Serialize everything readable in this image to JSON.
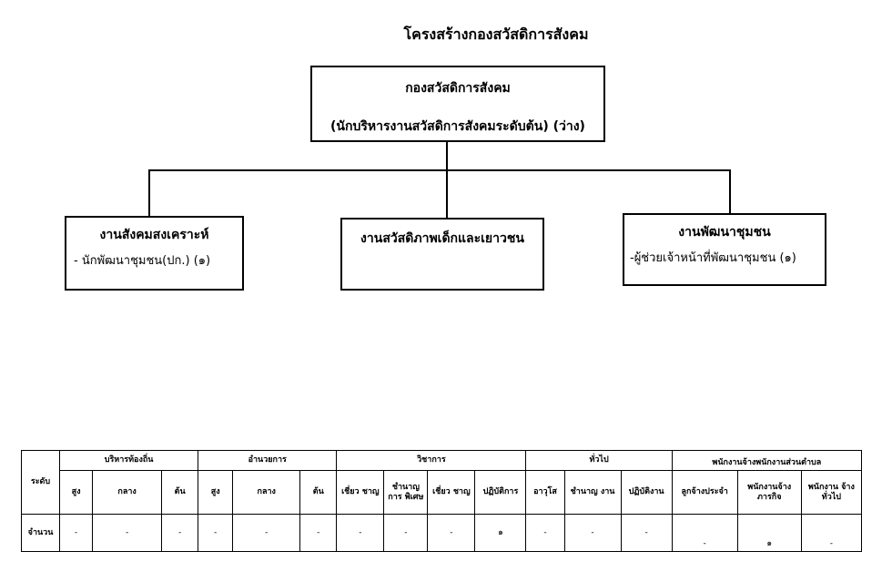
{
  "title": "โครงสร้างกองสวัสดิการสังคม",
  "top_unit": {
    "name": "กองสวัสดิการสังคม",
    "head": "(นักบริหารงานสวัสดิการสังคมระดับต้น) (ว่าง)"
  },
  "units": [
    {
      "name": "งานสังคมสงเคราะห์",
      "staff": "- นักพัฒนาชุมชน(ปก.) (๑)"
    },
    {
      "name": "งานสวัสดิภาพเด็กและเยาวชน",
      "staff": ""
    },
    {
      "name": "งานพัฒนาชุมชน",
      "staff": "-ผู้ช่วยเจ้าหน้าที่พัฒนาชุมชน (๑)"
    }
  ],
  "table": {
    "level_label": "ระดับ",
    "count_label": "จำนวน",
    "groups": [
      "บริหารท้องถิ่น",
      "อำนวยการ",
      "วิชาการ",
      "ทั่วไป",
      "พนักงานจ้างพนักงานส่วนตำบล"
    ],
    "levels": [
      "สูง",
      "กลาง",
      "ต้น",
      "สูง",
      "กลาง",
      "ต้น",
      "เชี่ยว ชาญ",
      "ชำนาญ การ พิเศษ",
      "เชี่ยว ชาญ",
      "ปฏิบัติการ",
      "อาวุโส",
      "ชำนาญ งาน",
      "ปฏิบัติงาน",
      "ลูกจ้างประจำ",
      "พนักงานจ้าง ภารกิจ",
      "พนักงาน จ้างทั่วไป"
    ],
    "counts": [
      "-",
      "-",
      "-",
      "-",
      "-",
      "-",
      "-",
      "-",
      "-",
      "๑",
      "-",
      "-",
      "-",
      "-",
      "๑",
      "-"
    ]
  }
}
